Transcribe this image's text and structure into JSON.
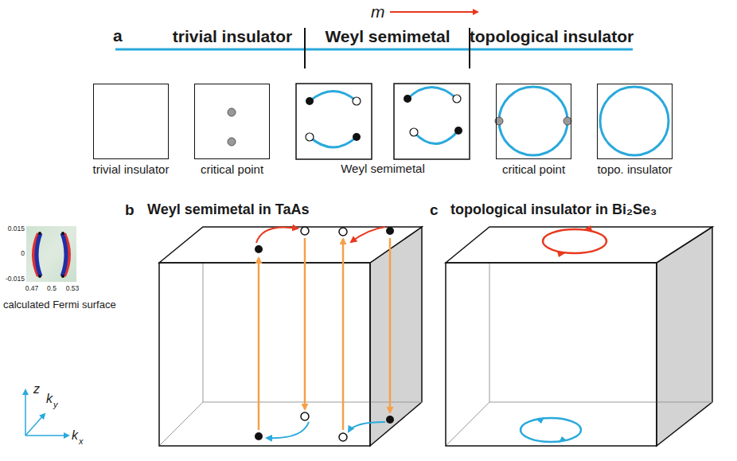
{
  "diagram": {
    "nodes": [
      {
        "text": [
          "trivial insulator"
        ]
      },
      {
        "text": [
          "critical point"
        ]
      },
      {
        "text": [
          "Weyl semimetal"
        ]
      },
      {
        "text": [
          "critical point"
        ]
      },
      {
        "text": [
          "topo. insulator"
        ]
      }
    ],
    "labels": [
      "m",
      "a",
      "trivial insulator",
      "Weyl semimetal",
      "topological insulator",
      "b",
      "Weyl semimetal in TaAs",
      "c",
      "topological insulator in Bi₂Se₃",
      "0.015",
      "0",
      "-0.015",
      "0.47",
      "0.5",
      "0.53",
      "calculated Fermi surface",
      "z",
      "k",
      "y",
      "k",
      "x"
    ]
  }
}
